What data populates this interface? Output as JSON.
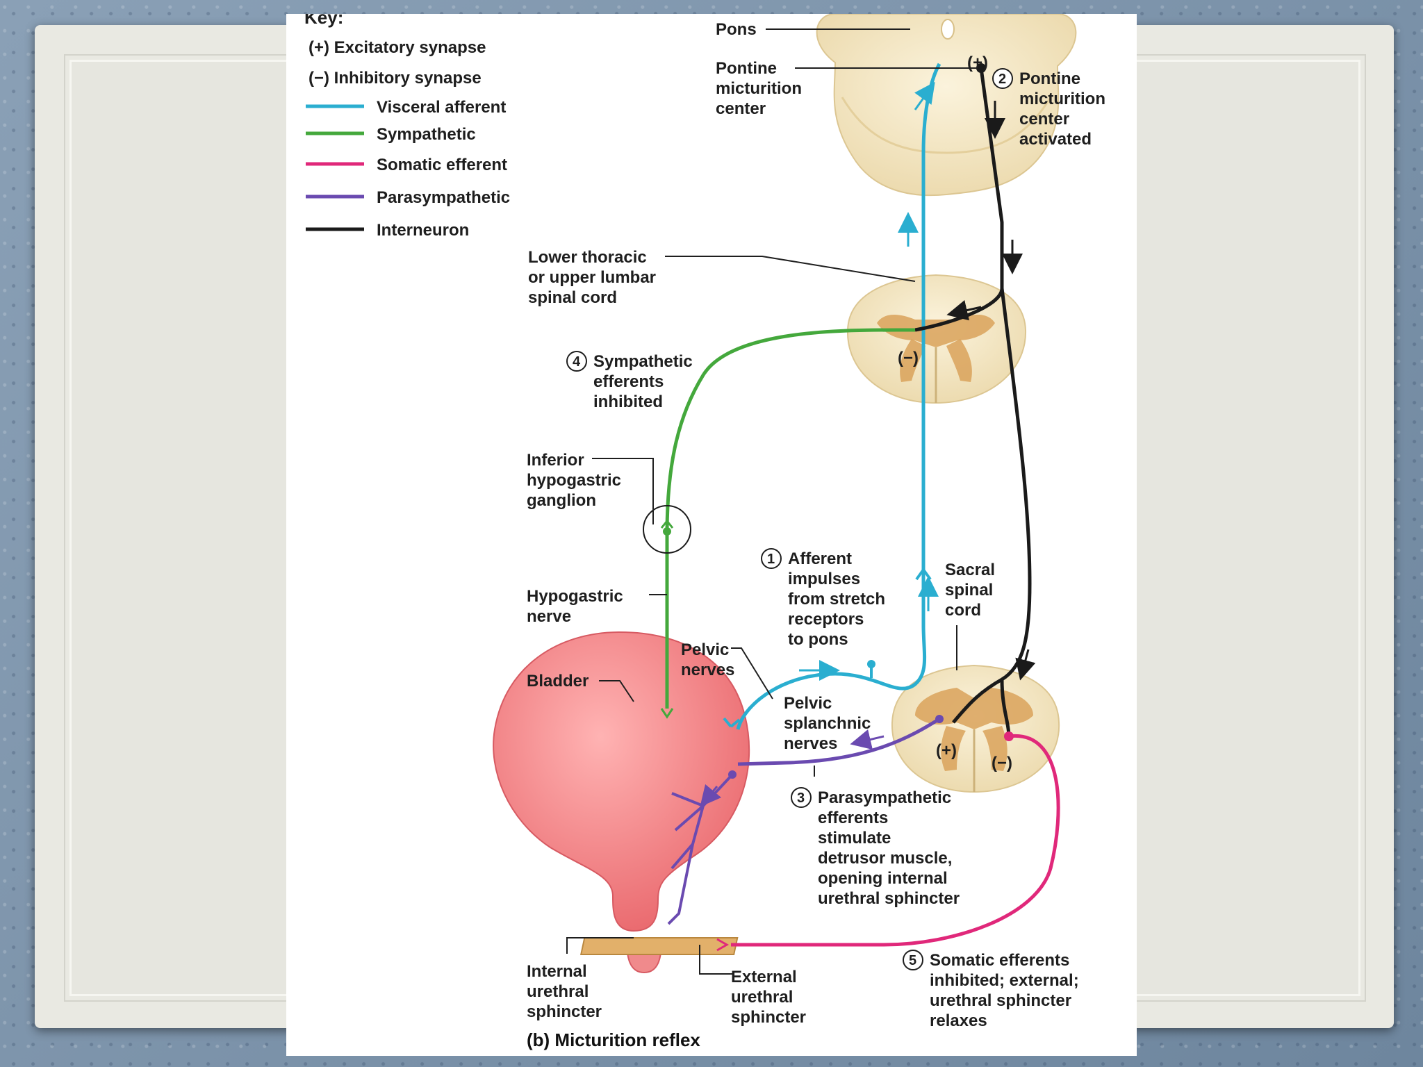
{
  "key": {
    "title": "Key:",
    "excitatory": "(+) Excitatory synapse",
    "inhibitory": "(−) Inhibitory synapse",
    "items": [
      {
        "label": "Visceral afferent",
        "color": "#2aaed0"
      },
      {
        "label": "Sympathetic",
        "color": "#44a83c"
      },
      {
        "label": "Somatic efferent",
        "color": "#e0287a"
      },
      {
        "label": "Parasympathetic",
        "color": "#6a4ab0"
      },
      {
        "label": "Interneuron",
        "color": "#1a1a1a"
      }
    ]
  },
  "labels": {
    "pons": "Pons",
    "pmc": [
      "Pontine",
      "micturition",
      "center"
    ],
    "lower_cord": [
      "Lower thoracic",
      "or upper lumbar",
      "spinal cord"
    ],
    "ganglion": [
      "Inferior",
      "hypogastric",
      "ganglion"
    ],
    "hypogastric_nerve": [
      "Hypogastric",
      "nerve"
    ],
    "bladder": "Bladder",
    "pelvic_nerves": [
      "Pelvic",
      "nerves"
    ],
    "pelvic_splanchnic": [
      "Pelvic",
      "splanchnic",
      "nerves"
    ],
    "sacral": [
      "Sacral",
      "spinal",
      "cord"
    ],
    "internal_sphincter": [
      "Internal",
      "urethral",
      "sphincter"
    ],
    "external_sphincter": [
      "External",
      "urethral",
      "sphincter"
    ],
    "plus": "(+)",
    "minus": "(−)"
  },
  "steps": [
    {
      "num": "1",
      "lines": [
        "Afferent",
        "impulses",
        "from stretch",
        "receptors",
        "to pons"
      ]
    },
    {
      "num": "2",
      "lines": [
        "Pontine",
        "micturition",
        "center",
        "activated"
      ]
    },
    {
      "num": "3",
      "lines": [
        "Parasympathetic",
        "efferents",
        "stimulate",
        "detrusor muscle,",
        "opening internal",
        "urethral sphincter"
      ]
    },
    {
      "num": "4",
      "lines": [
        "Sympathetic",
        "efferents",
        "inhibited"
      ]
    },
    {
      "num": "5",
      "lines": [
        "Somatic efferents",
        "inhibited; external;",
        "urethral sphincter",
        "relaxes"
      ]
    }
  ],
  "caption": "(b) Micturition reflex",
  "colors": {
    "tissue": "#f3e6c4",
    "gray_matter": "#d9a25a",
    "bladder": "#f08a8c",
    "sphincter": "#e2b06a"
  }
}
